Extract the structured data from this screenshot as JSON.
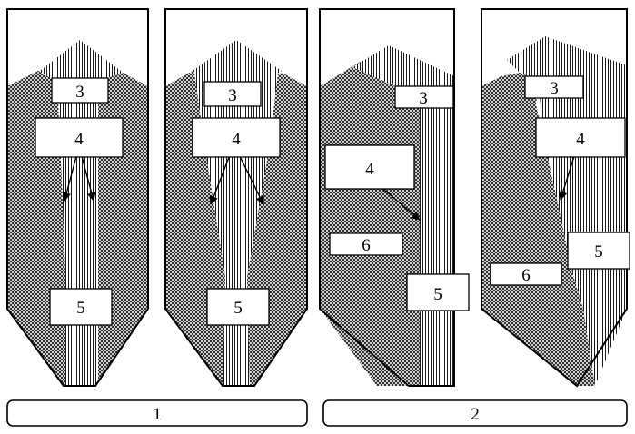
{
  "silos": [
    {
      "labels": {
        "a": "3",
        "b": "4",
        "c": "5"
      }
    },
    {
      "labels": {
        "a": "3",
        "b": "4",
        "c": "5"
      }
    },
    {
      "labels": {
        "a": "3",
        "b": "4",
        "c": "5",
        "d": "6"
      }
    },
    {
      "labels": {
        "a": "3",
        "b": "4",
        "c": "5",
        "d": "6"
      }
    }
  ],
  "groups": [
    {
      "label": "1"
    },
    {
      "label": "2"
    }
  ]
}
